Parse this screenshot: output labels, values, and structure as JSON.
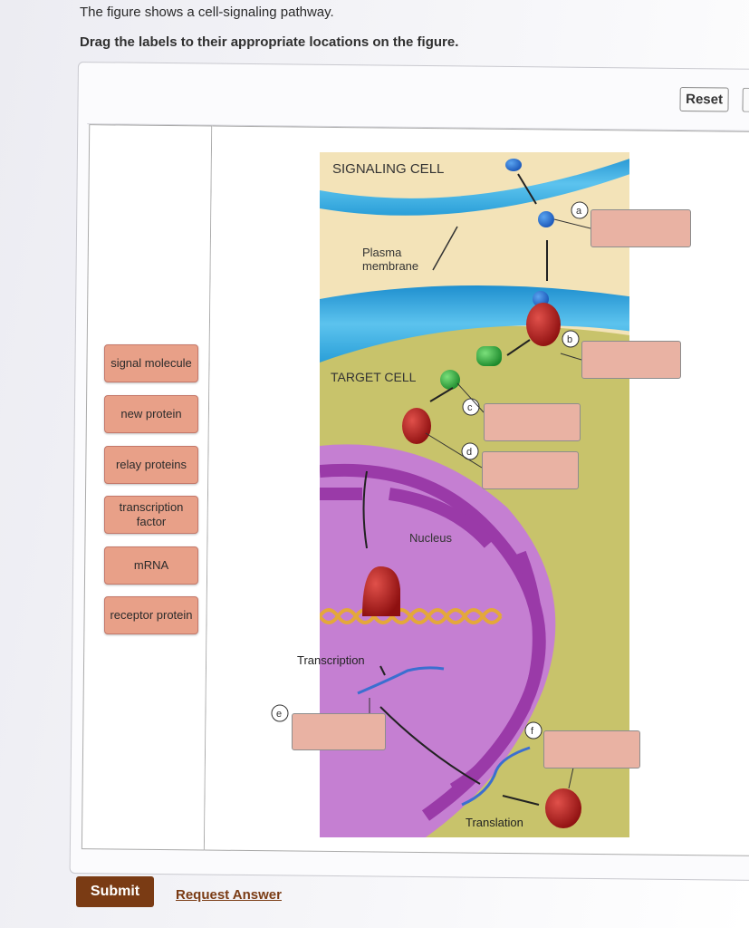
{
  "question": {
    "prompt": "The figure shows a cell-signaling pathway.",
    "instruction": "Drag the labels to their appropriate locations on the figure."
  },
  "toolbar": {
    "reset_label": "Reset"
  },
  "label_bank": [
    {
      "text": "signal molecule"
    },
    {
      "text": "new protein"
    },
    {
      "text": "relay proteins"
    },
    {
      "text": "transcription factor"
    },
    {
      "text": "mRNA"
    },
    {
      "text": "receptor protein"
    }
  ],
  "diagram": {
    "signaling_cell": "SIGNALING CELL",
    "plasma_membrane_1": "Plasma",
    "plasma_membrane_2": "membrane",
    "target_cell": "TARGET CELL",
    "nucleus": "Nucleus",
    "transcription": "Transcription",
    "translation": "Translation"
  },
  "targets": [
    "a",
    "b",
    "c",
    "d",
    "e",
    "f"
  ],
  "footer": {
    "submit_label": "Submit",
    "request_label": "Request Answer"
  },
  "colors": {
    "accent": "#7a3b14",
    "label_fill": "#e8a088",
    "drop_fill": "#e9b2a3",
    "membrane": "#2a9fd8",
    "nucleus": "#c27ad0",
    "cytoplasm": "#c9c26a"
  }
}
